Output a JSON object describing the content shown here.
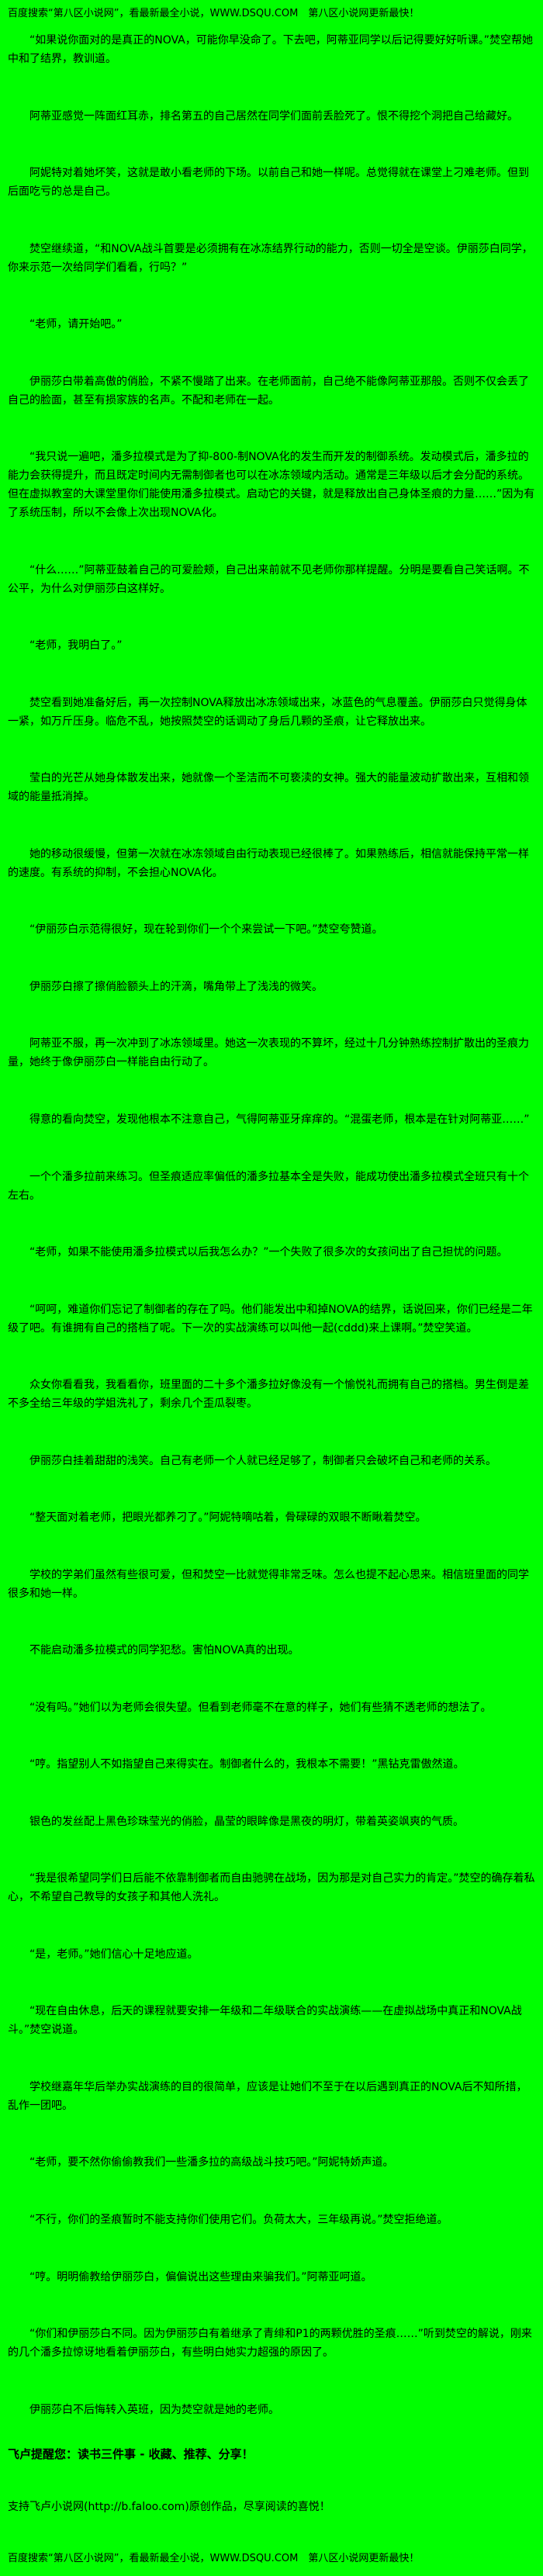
{
  "page": {
    "background_color": "#00ff00",
    "text_color": "#000000"
  },
  "header": {
    "promo": "百度搜索“第八区小说网”，看最新最全小说，WWW.DSQU.COM　第八区小说网更新最快！"
  },
  "paragraphs": [
    "“如果说你面对的是真正的NOVA，可能你早没命了。下去吧，阿蒂亚同学以后记得要好好听课。”焚空帮她中和了结界，教训道。",
    "阿蒂亚感觉一阵面红耳赤，排名第五的自己居然在同学们面前丢脸死了。恨不得挖个洞把自己给藏好。",
    "阿妮特对着她坏笑，这就是敢小看老师的下场。以前自己和她一样呢。总觉得就在课堂上刁难老师。但到后面吃亏的总是自己。",
    "焚空继续道，“和NOVA战斗首要是必须拥有在冰冻结界行动的能力，否则一切全是空谈。伊丽莎白同学，你来示范一次给同学们看看，行吗？”",
    "“老师，请开始吧。”",
    "伊丽莎白带着高傲的俏脸，不紧不慢踏了出来。在老师面前，自己绝不能像阿蒂亚那般。否则不仅会丢了自己的脸面，甚至有损家族的名声。不配和老师在一起。",
    "“我只说一遍吧，潘多拉模式是为了抑-800-制NOVA化的发生而开发的制御系统。发动模式后，潘多拉的能力会获得提升，而且既定时间内无需制御者也可以在冰冻领域内活动。通常是三年级以后才会分配的系统。但在虚拟教室的大课堂里你们能使用潘多拉模式。启动它的关键，就是释放出自己身体圣痕的力量……”因为有了系统压制，所以不会像上次出现NOVA化。",
    "“什么……”阿蒂亚鼓着自己的可爱脸颊，自己出来前就不见老师你那样提醒。分明是要看自己笑话啊。不公平，为什么对伊丽莎白这样好。",
    "“老师，我明白了。”",
    "焚空看到她准备好后，再一次控制NOVA释放出冰冻领域出来，冰蓝色的气息覆盖。伊丽莎白只觉得身体一紧，如万斤压身。临危不乱，她按照焚空的话调动了身后几颗的圣痕，让它释放出来。",
    "莹白的光芒从她身体散发出来，她就像一个圣洁而不可亵渎的女神。强大的能量波动扩散出来，互相和领域的能量抵消掉。",
    "她的移动很缓慢，但第一次就在冰冻领域自由行动表现已经很棒了。如果熟练后，相信就能保持平常一样的速度。有系统的抑制，不会担心NOVA化。",
    "“伊丽莎白示范得很好，现在轮到你们一个个来尝试一下吧。”焚空夸赞道。",
    "伊丽莎白擦了擦俏脸额头上的汗滴，嘴角带上了浅浅的微笑。",
    "阿蒂亚不服，再一次冲到了冰冻领域里。她这一次表现的不算坏，经过十几分钟熟练控制扩散出的圣痕力量，她终于像伊丽莎白一样能自由行动了。",
    "得意的看向焚空，发现他根本不注意自己，气得阿蒂亚牙痒痒的。“混蛋老师，根本是在针对阿蒂亚……”",
    "一个个潘多拉前来练习。但圣痕适应率偏低的潘多拉基本全是失败，能成功使出潘多拉模式全班只有十个左右。",
    "“老师，如果不能使用潘多拉模式以后我怎么办？”一个失败了很多次的女孩问出了自己担忧的问题。",
    "“呵呵，难道你们忘记了制御者的存在了吗。他们能发出中和掉NOVA的结界，话说回来，你们已经是二年级了吧。有谁拥有自己的搭档了呢。下一次的实战演练可以叫他一起(cddd)来上课啊。”焚空笑道。",
    "众女你看看我，我看看你，班里面的二十多个潘多拉好像没有一个愉悦礼而拥有自己的搭档。男生倒是差不多全给三年级的学姐洗礼了，剩余几个歪瓜裂枣。",
    "伊丽莎白挂着甜甜的浅笑。自己有老师一个人就已经足够了，制御者只会破坏自己和老师的关系。",
    "“整天面对着老师，把眼光都养刁了。”阿妮特嘀咕着，骨碌碌的双眼不断瞅着焚空。",
    "学校的学弟们虽然有些很可爱，但和焚空一比就觉得非常乏味。怎么也提不起心思来。相信班里面的同学很多和她一样。",
    "不能启动潘多拉模式的同学犯愁。害怕NOVA真的出现。",
    "“没有吗。”她们以为老师会很失望。但看到老师毫不在意的样子，她们有些猜不透老师的想法了。",
    "“哼。指望别人不如指望自己来得实在。制御者什么的，我根本不需要！”黑钻克雷傲然道。",
    "银色的发丝配上黑色珍珠莹光的俏脸，晶莹的眼眸像是黑夜的明灯，带着英姿飒爽的气质。",
    "“我是很希望同学们日后能不依靠制御者而自由驰骋在战场，因为那是对自己实力的肯定。”焚空的确存着私心，不希望自己教导的女孩子和其他人洗礼。",
    "“是，老师。”她们信心十足地应道。",
    "“现在自由休息，后天的课程就要安排一年级和二年级联合的实战演练——在虚拟战场中真正和NOVA战斗。”焚空说道。",
    "学校继嘉年华后举办实战演练的目的很简单，应该是让她们不至于在以后遇到真正的NOVA后不知所措，乱作一团吧。",
    "“老师，要不然你偷偷教我们一些潘多拉的高级战斗技巧吧。”阿妮特娇声道。",
    "“不行，你们的圣痕暂时不能支持你们使用它们。负荷太大，三年级再说。”焚空拒绝道。",
    "“哼。明明偷教给伊丽莎白，偏偏说出这些理由来骗我们。”阿蒂亚呵道。",
    "“你们和伊丽莎白不同。因为伊丽莎白有着继承了青绯和P1的两颗优胜的圣痕……”听到焚空的解说，刚来的几个潘多拉惊讶地看着伊丽莎白，有些明白她实力超强的原因了。",
    "伊丽莎白不后悔转入英班，因为焚空就是她的老师。"
  ],
  "footer": {
    "reminder": "飞卢提醒您：读书三件事 - 收藏、推荐、分享！",
    "support": "支持飞卢小说网(http://b.faloo.com)原创作品，尽享阅读的喜悦！",
    "promo": "百度搜索“第八区小说网”，看最新最全小说，WWW.DSQU.COM　第八区小说网更新最快！"
  }
}
